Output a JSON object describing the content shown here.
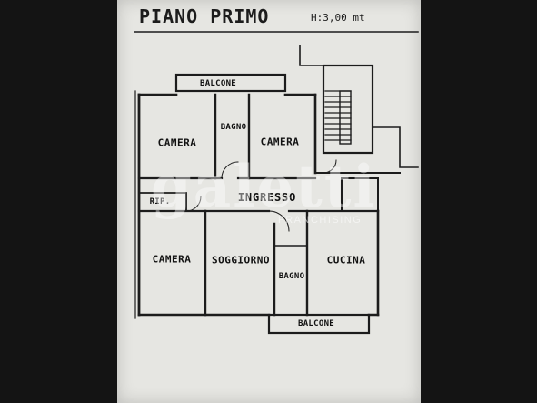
{
  "plan": {
    "title": "PIANO PRIMO",
    "height_note": "H:3,00 mt"
  },
  "rooms": {
    "balcone_top": "BALCONE",
    "camera_left": "CAMERA",
    "bagno_top": "BAGNO",
    "camera_right": "CAMERA",
    "ripostiglio": "RIP.",
    "ingresso": "INGRESSO",
    "camera_bottom": "CAMERA",
    "soggiorno": "SOGGIORNO",
    "bagno_bottom": "BAGNO",
    "cucina": "CUCINA",
    "balcone_bottom": "BALCONE"
  },
  "watermark": {
    "logo": "galetti",
    "sub": "FRANCHISING"
  },
  "colors": {
    "ink": "#1c1c1c",
    "paper": "#e6e6e2",
    "background": "#141414"
  }
}
